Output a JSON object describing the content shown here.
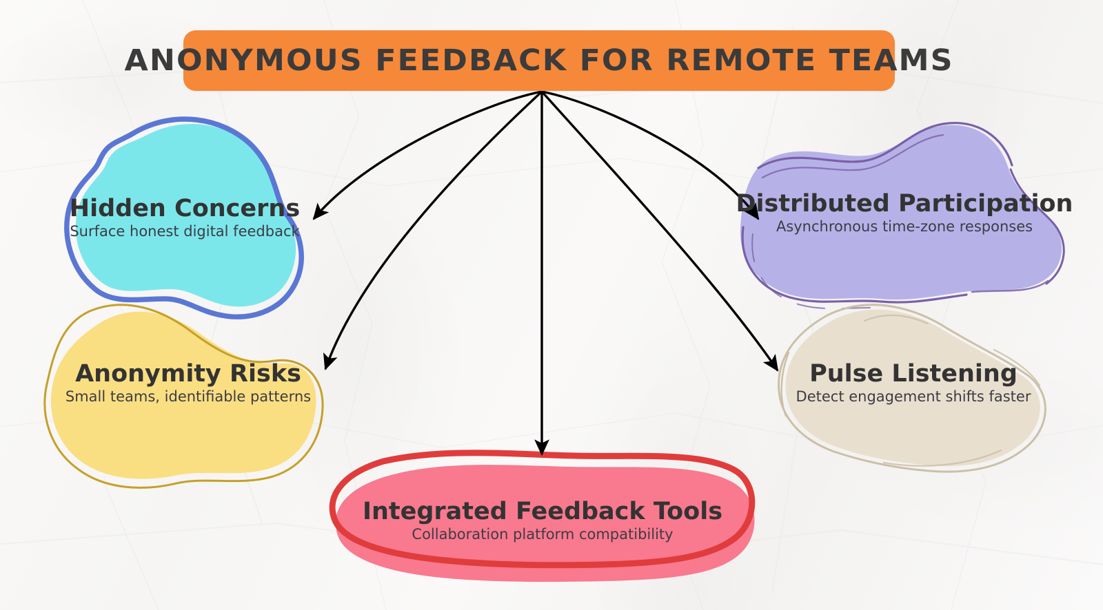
{
  "diagram": {
    "type": "mind-map",
    "title": "ANONYMOUS FEEDBACK FOR REMOTE TEAMS",
    "center_color": "#f6883a",
    "background_color": "#f7f6f5",
    "arrow_color": "#000000",
    "arrow_count": 5,
    "nodes": [
      {
        "id": "hidden-concerns",
        "title": "Hidden Concerns",
        "subtitle": "Surface honest digital feedback",
        "fill_color": "#7ce7eb",
        "outline_color": "#5b77d4",
        "position": "left-top"
      },
      {
        "id": "anonymity-risks",
        "title": "Anonymity Risks",
        "subtitle": "Small teams, identifiable patterns",
        "fill_color": "#fade82",
        "outline_color": "#c5a02a",
        "position": "left-bottom"
      },
      {
        "id": "integrated-feedback-tools",
        "title": "Integrated Feedback Tools",
        "subtitle": "Collaboration platform compatibility",
        "fill_color": "#f9798f",
        "outline_color": "#e03c3c",
        "position": "bottom-center"
      },
      {
        "id": "distributed-participation",
        "title": "Distributed Participation",
        "subtitle": "Asynchronous time-zone responses",
        "fill_color": "#b6b2e8",
        "outline_color": "#7a5fa8",
        "position": "right-top"
      },
      {
        "id": "pulse-listening",
        "title": "Pulse Listening",
        "subtitle": "Detect engagement shifts faster",
        "fill_color": "#e8dfcf",
        "outline_color": "#cbbfa8",
        "position": "right-bottom"
      }
    ]
  }
}
